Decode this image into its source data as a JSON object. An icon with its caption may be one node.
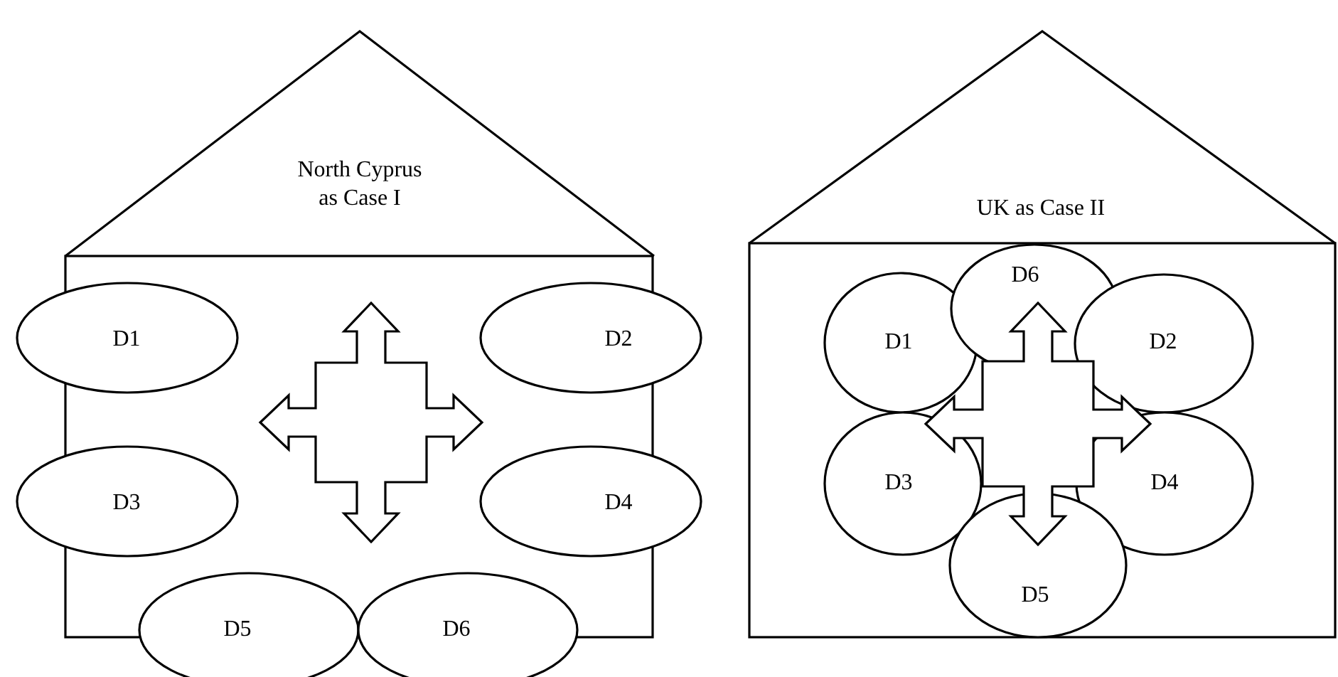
{
  "diagram": {
    "nodes": [
      {
        "text": [
          "North Cyprus as Case I"
        ]
      },
      {
        "text": [],
        "shape": "box"
      },
      {
        "text": [
          "D1"
        ]
      },
      {
        "text": [
          "D2"
        ]
      },
      {
        "text": [
          "D3"
        ]
      },
      {
        "text": [
          "D4"
        ]
      },
      {
        "text": [
          "D5"
        ]
      },
      {
        "text": [
          "D6"
        ]
      },
      {
        "text": [
          "UK as Case II"
        ]
      },
      {
        "text": [],
        "shape": "box"
      },
      {
        "text": [
          "D1"
        ],
        "in": 9
      },
      {
        "text": [
          "D6"
        ],
        "in": 9
      },
      {
        "text": [
          "D2"
        ],
        "in": 9
      },
      {
        "text": [
          "D3"
        ],
        "in": 9
      },
      {
        "text": [
          "D4"
        ],
        "in": 9
      },
      {
        "text": [
          "D5"
        ],
        "in": 9
      }
    ]
  }
}
